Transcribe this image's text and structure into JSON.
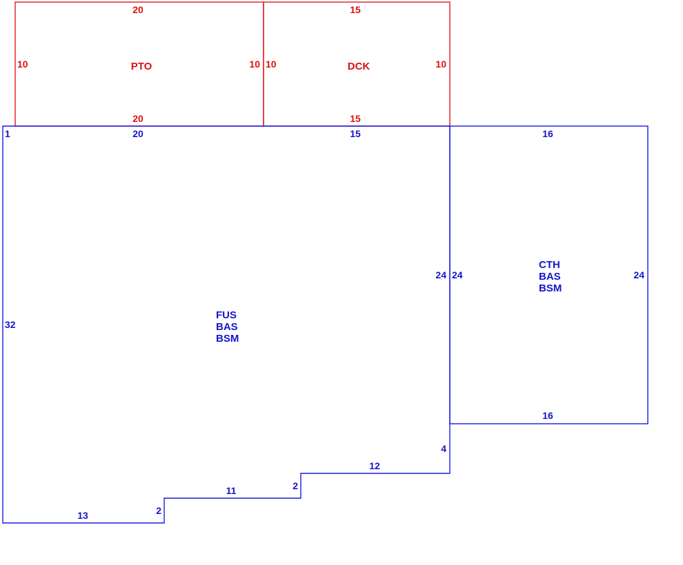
{
  "colors": {
    "upper_sections": "#dd1111",
    "main_sections": "#1515cc"
  },
  "sections": {
    "pto": {
      "label": "PTO",
      "dims": {
        "top": "20",
        "bottom": "20",
        "left": "10",
        "right": "10"
      }
    },
    "dck": {
      "label": "DCK",
      "dims": {
        "top": "15",
        "bottom": "15",
        "left": "10",
        "right": "10"
      }
    },
    "main": {
      "label_lines": [
        "FUS",
        "BAS",
        "BSM"
      ],
      "dims": {
        "corner": "1",
        "top_left": "20",
        "top_right": "15",
        "left": "32",
        "right": "24",
        "step_right_4": "4",
        "step_12": "12",
        "step_2_upper": "2",
        "step_11": "11",
        "step_2_lower": "2",
        "bottom": "13"
      }
    },
    "cth": {
      "label_lines": [
        "CTH",
        "BAS",
        "BSM"
      ],
      "dims": {
        "top": "16",
        "bottom": "16",
        "left": "24",
        "right": "24"
      }
    }
  }
}
